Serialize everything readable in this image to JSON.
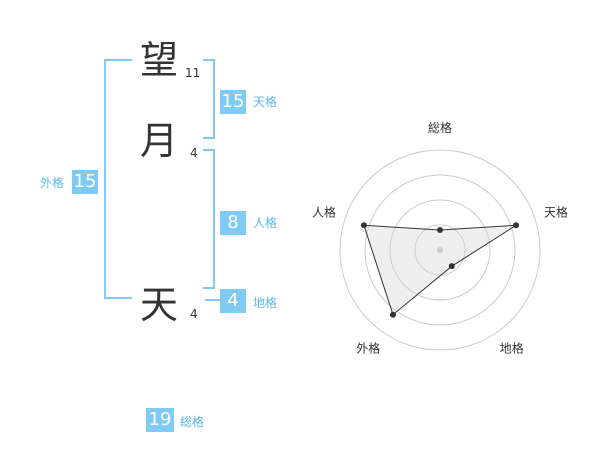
{
  "name": {
    "chars": [
      {
        "char": "望",
        "strokes": "11"
      },
      {
        "char": "月",
        "strokes": "4"
      },
      {
        "char": "天",
        "strokes": "4"
      }
    ]
  },
  "kaku": {
    "tenkaku": {
      "value": "15",
      "label": "天格"
    },
    "jinkaku": {
      "value": "8",
      "label": "人格"
    },
    "chikaku": {
      "value": "4",
      "label": "地格"
    },
    "gaikaku": {
      "value": "15",
      "label": "外格"
    },
    "soukaku": {
      "value": "19",
      "label": "総格"
    }
  },
  "colors": {
    "accent": "#7fcbf4",
    "label": "#5bb6ea",
    "text": "#333333"
  },
  "chart_data": {
    "type": "radar",
    "axes": [
      "総格",
      "天格",
      "地格",
      "外格",
      "人格"
    ],
    "values": [
      1,
      4,
      1,
      4,
      4
    ],
    "rmax": 5,
    "rings": 4
  }
}
